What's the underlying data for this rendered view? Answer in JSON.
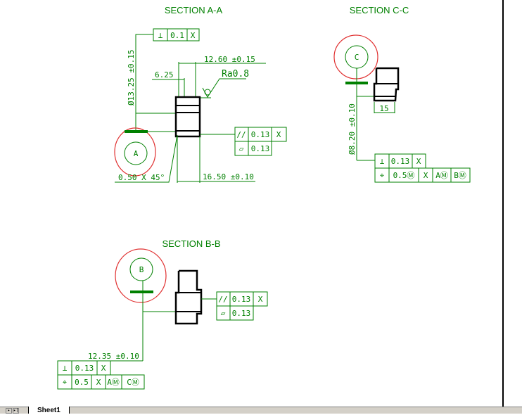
{
  "section_a": {
    "title": "SECTION A-A",
    "datum": "A",
    "perp_frame": {
      "symbol": "⊥",
      "tol": "0.1",
      "ref": "X"
    },
    "dim_diameter": "Ø13.25 ±0.15",
    "dim_top": "12.60 ±0.15",
    "dim_inner": "6.25",
    "roughness": "Ra0.8",
    "parallel_frame": {
      "symbol": "//",
      "tol": "0.13",
      "ref": "X"
    },
    "flatness_frame": {
      "symbol": "▱",
      "tol": "0.13"
    },
    "chamfer": "0.50 X 45°",
    "dim_bottom": "16.50 ±0.10"
  },
  "section_c": {
    "title": "SECTION C-C",
    "datum": "C",
    "dim_width": "15",
    "dim_diameter": "Ø8.20 ±0.10",
    "perp_frame": {
      "symbol": "⊥",
      "tol": "0.13",
      "ref": "X"
    },
    "pos_frame": {
      "symbol": "⌖",
      "tol": "0.5Ⓜ",
      "ref1": "X",
      "ref2": "AⓂ",
      "ref3": "BⓂ"
    }
  },
  "section_b": {
    "title": "SECTION B-B",
    "datum": "B",
    "parallel_frame": {
      "symbol": "//",
      "tol": "0.13",
      "ref": "X"
    },
    "flatness_frame": {
      "symbol": "▱",
      "tol": "0.13"
    },
    "dim_diameter": "12.35 ±0.10",
    "perp_frame": {
      "symbol": "⊥",
      "tol": "0.13",
      "ref": "X"
    },
    "pos_frame": {
      "symbol": "⌖",
      "tol": "0.5",
      "ref1": "X",
      "ref2": "AⓂ",
      "ref3": "CⓂ"
    }
  },
  "sheet_tabs": [
    {
      "label": "Sheet1",
      "active": true
    }
  ],
  "colors": {
    "annotation": "#008000",
    "datum_circle": "#e03030",
    "geometry": "#000000"
  }
}
